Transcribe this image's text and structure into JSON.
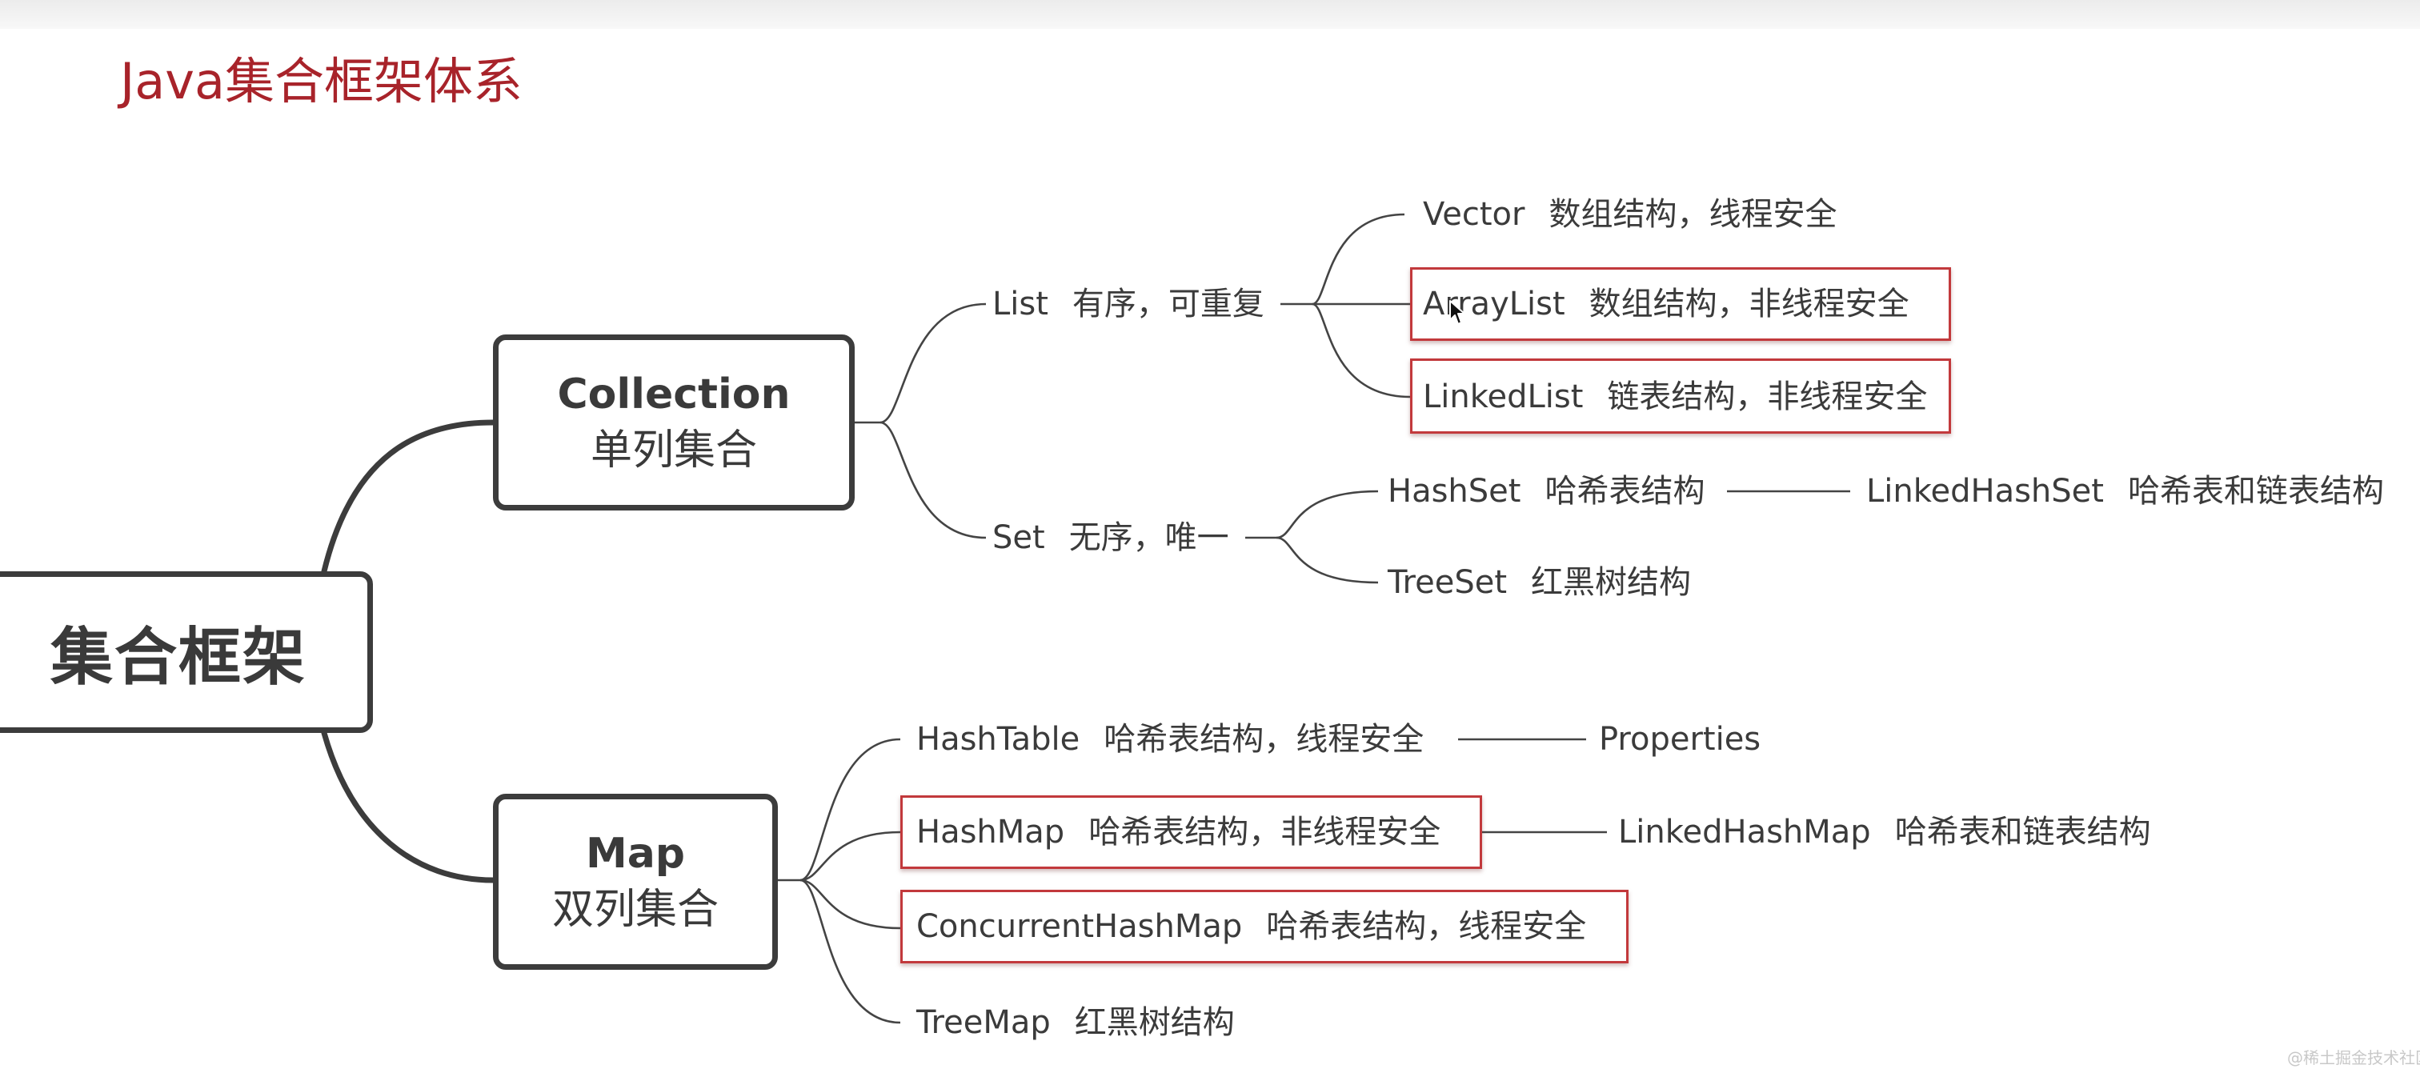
{
  "title": "Java集合框架体系",
  "root": {
    "label": "集合框架"
  },
  "collection": {
    "title": "Collection",
    "subtitle": "单列集合",
    "list": {
      "name": "List",
      "desc": "有序，可重复",
      "children": [
        {
          "name": "Vector",
          "desc": "数组结构，线程安全"
        },
        {
          "name": "ArrayList",
          "desc": "数组结构，非线程安全"
        },
        {
          "name": "LinkedList",
          "desc": "链表结构，非线程安全"
        }
      ]
    },
    "set": {
      "name": "Set",
      "desc": "无序，唯一",
      "children": [
        {
          "name": "HashSet",
          "desc": "哈希表结构",
          "child": {
            "name": "LinkedHashSet",
            "desc": "哈希表和链表结构"
          }
        },
        {
          "name": "TreeSet",
          "desc": "红黑树结构"
        }
      ]
    }
  },
  "map": {
    "title": "Map",
    "subtitle": "双列集合",
    "children": [
      {
        "name": "HashTable",
        "desc": "哈希表结构，线程安全",
        "child": {
          "name": "Properties",
          "desc": ""
        }
      },
      {
        "name": "HashMap",
        "desc": "哈希表结构，非线程安全",
        "child": {
          "name": "LinkedHashMap",
          "desc": "哈希表和链表结构"
        }
      },
      {
        "name": "ConcurrentHashMap",
        "desc": "哈希表结构，线程安全"
      },
      {
        "name": "TreeMap",
        "desc": "红黑树结构"
      }
    ]
  },
  "colors": {
    "title": "#a8232a",
    "highlight": "#c2393c",
    "line": "#3c3c3c"
  },
  "watermark": "@稀土掘金技术社区"
}
